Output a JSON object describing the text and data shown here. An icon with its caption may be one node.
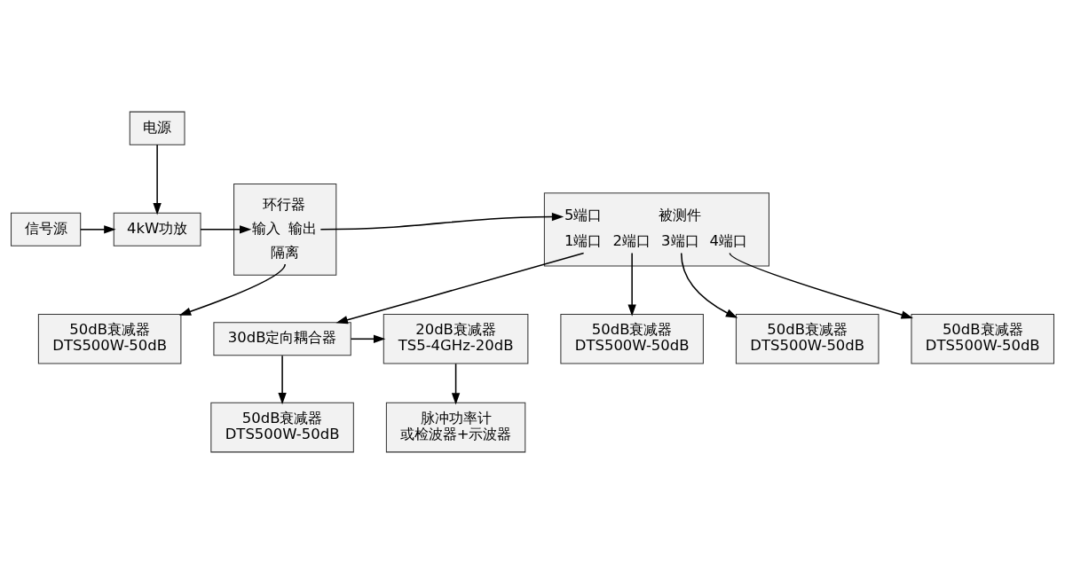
{
  "diagram": {
    "nodes": [
      {
        "text": [
          "信号源"
        ]
      },
      {
        "text": [
          "4kW功放"
        ]
      },
      {
        "text": [
          "电源"
        ]
      },
      {
        "text": [
          "环行器",
          "输入",
          "输出",
          "隔离"
        ]
      },
      {
        "text": [
          "5端口",
          "被测件",
          "1端口",
          "2端口",
          "3端口",
          "4端口"
        ]
      },
      {
        "text": [
          "50dB衰减器",
          "DTS500W-50dB"
        ]
      },
      {
        "text": [
          "50dB衰减器",
          "DTS500W-50dB"
        ]
      },
      {
        "text": [
          "20dB衰减器",
          "TS5-4GHz-20dB"
        ]
      },
      {
        "text": [
          "30dB定向耦合器"
        ]
      },
      {
        "text": [
          "50dB衰减器",
          "DTS500W-50dB"
        ]
      },
      {
        "text": [
          "50dB衰减器",
          "DTS500W-50dB"
        ]
      },
      {
        "text": [
          "脉冲功率计",
          "或检波器+示波器"
        ]
      },
      {
        "text": [
          "50dB衰减器",
          "DTS500W-50dB"
        ]
      }
    ],
    "edges": [
      {
        "from": 0,
        "to": 1,
        "arrow": "to"
      },
      {
        "from": 2,
        "to": 1,
        "arrow": "to"
      },
      {
        "from": 1,
        "to": 3,
        "arrow": "to"
      },
      {
        "from": 3,
        "to": 4,
        "arrow": "to"
      },
      {
        "from": 3,
        "to": 5,
        "arrow": "to"
      },
      {
        "from": 4,
        "to": 8,
        "arrow": "to"
      },
      {
        "from": 4,
        "to": 9,
        "arrow": "to"
      },
      {
        "from": 4,
        "to": 6,
        "arrow": "to"
      },
      {
        "from": 4,
        "to": 10,
        "arrow": "to"
      },
      {
        "from": 8,
        "to": 7,
        "arrow": "to"
      },
      {
        "from": 8,
        "to": 12,
        "arrow": "to"
      },
      {
        "from": 7,
        "to": 11,
        "arrow": "to"
      }
    ]
  }
}
